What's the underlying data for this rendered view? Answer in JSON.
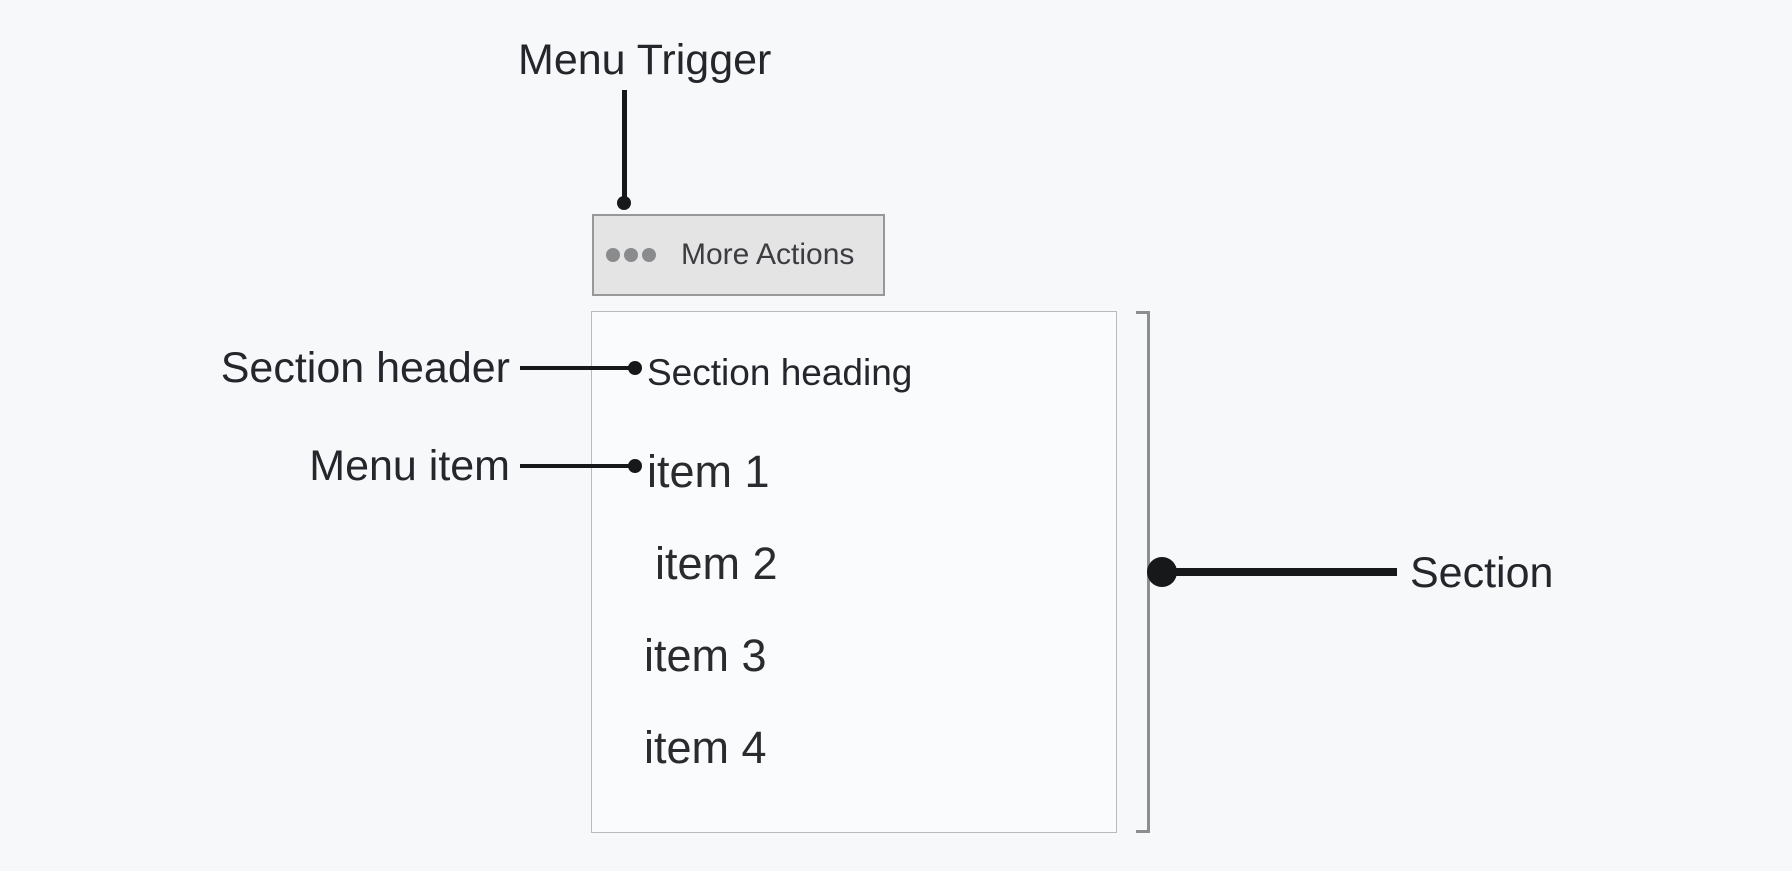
{
  "diagram": {
    "title_context": "Menu component anatomy",
    "annotations": {
      "menu_trigger": "Menu Trigger",
      "section_header": "Section header",
      "menu_item": "Menu item",
      "section": "Section"
    },
    "trigger_button": {
      "label": "More Actions",
      "icon": "ellipsis-icon"
    },
    "menu": {
      "section_heading": "Section heading",
      "items": [
        "item 1",
        "item 2",
        "item 3",
        "item 4"
      ]
    },
    "colors": {
      "page_background": "#f7f8f9",
      "button_background": "#e4e4e5",
      "button_border": "#97989a",
      "panel_background": "#fafbfc",
      "panel_border": "#b8bbbd",
      "callout_line": "#17181a",
      "bracket": "#8c8e90",
      "label_text": "#24262b",
      "item_text": "#292b2e",
      "button_text": "#3b3d40",
      "ellipsis_dots": "#8a8b8d"
    }
  }
}
